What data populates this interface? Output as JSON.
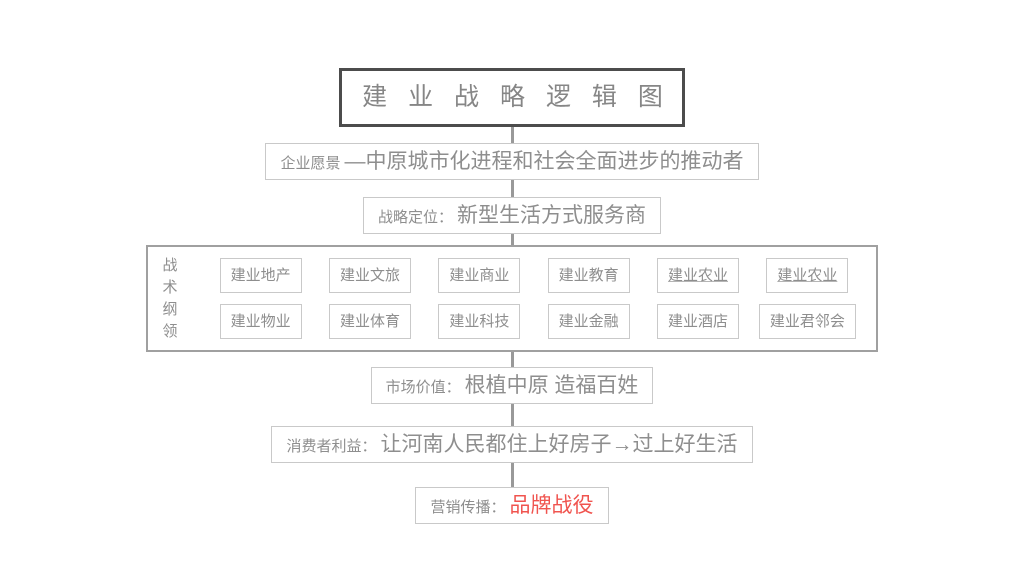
{
  "colors": {
    "text_gray": "#8e8e8e",
    "accent_red": "#f0544f",
    "border_light": "#c9c9c9",
    "border_container": "#a0a0a0",
    "border_title": "#4c4c4c"
  },
  "diagram": {
    "title": "建 业 战 略 逻 辑 图",
    "vision": {
      "label": "企业愿景",
      "text": "—中原城市化进程和社会全面进步的推动者"
    },
    "positioning": {
      "label": "战略定位：",
      "text": "新型生活方式服务商"
    },
    "tactics": {
      "label": "战术纲领",
      "row1": [
        "建业地产",
        "建业文旅",
        "建业商业",
        "建业教育",
        "建业农业",
        "建业农业"
      ],
      "row2": [
        "建业物业",
        "建业体育",
        "建业科技",
        "建业金融",
        "建业酒店",
        "建业君邻会"
      ]
    },
    "market_value": {
      "label": "市场价值：",
      "text": "根植中原 造福百姓"
    },
    "consumer_benefit": {
      "label": "消费者利益：",
      "text": "让河南人民都住上好房子→过上好生活"
    },
    "marketing": {
      "label": "营销传播：",
      "text": "品牌战役"
    }
  }
}
